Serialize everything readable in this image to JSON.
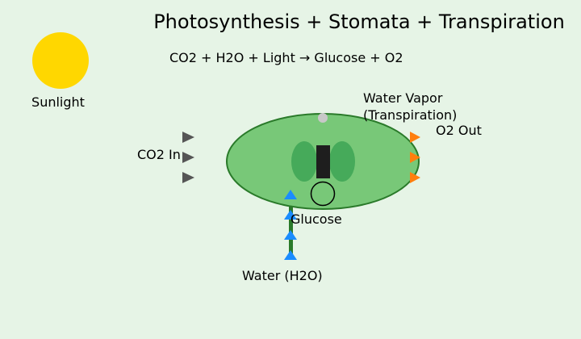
{
  "title": "Photosynthesis + Stomata + Transpiration",
  "equation": "CO2 + H2O + Light → Glucose + O2",
  "labels": {
    "sunlight": "Sunlight",
    "co2_in": "CO2 In",
    "water_vapor_line1": "Water Vapor",
    "water_vapor_line2": "(Transpiration)",
    "o2_out": "O2 Out",
    "glucose": "Glucose",
    "water": "Water (H2O)"
  },
  "colors": {
    "background": "#e6f4e6",
    "sun": "#ffd700",
    "leaf": "#78c878",
    "leaf_outline": "#2a7a2a",
    "guard_cell": "#46aa5a",
    "stoma": "#1e1e1e",
    "co2_arrow": "#555555",
    "o2_arrow": "#ff7f0e",
    "water_arrow": "#1a8cff",
    "stem": "#2a7a2a",
    "vapor": "#c8c8c8"
  }
}
